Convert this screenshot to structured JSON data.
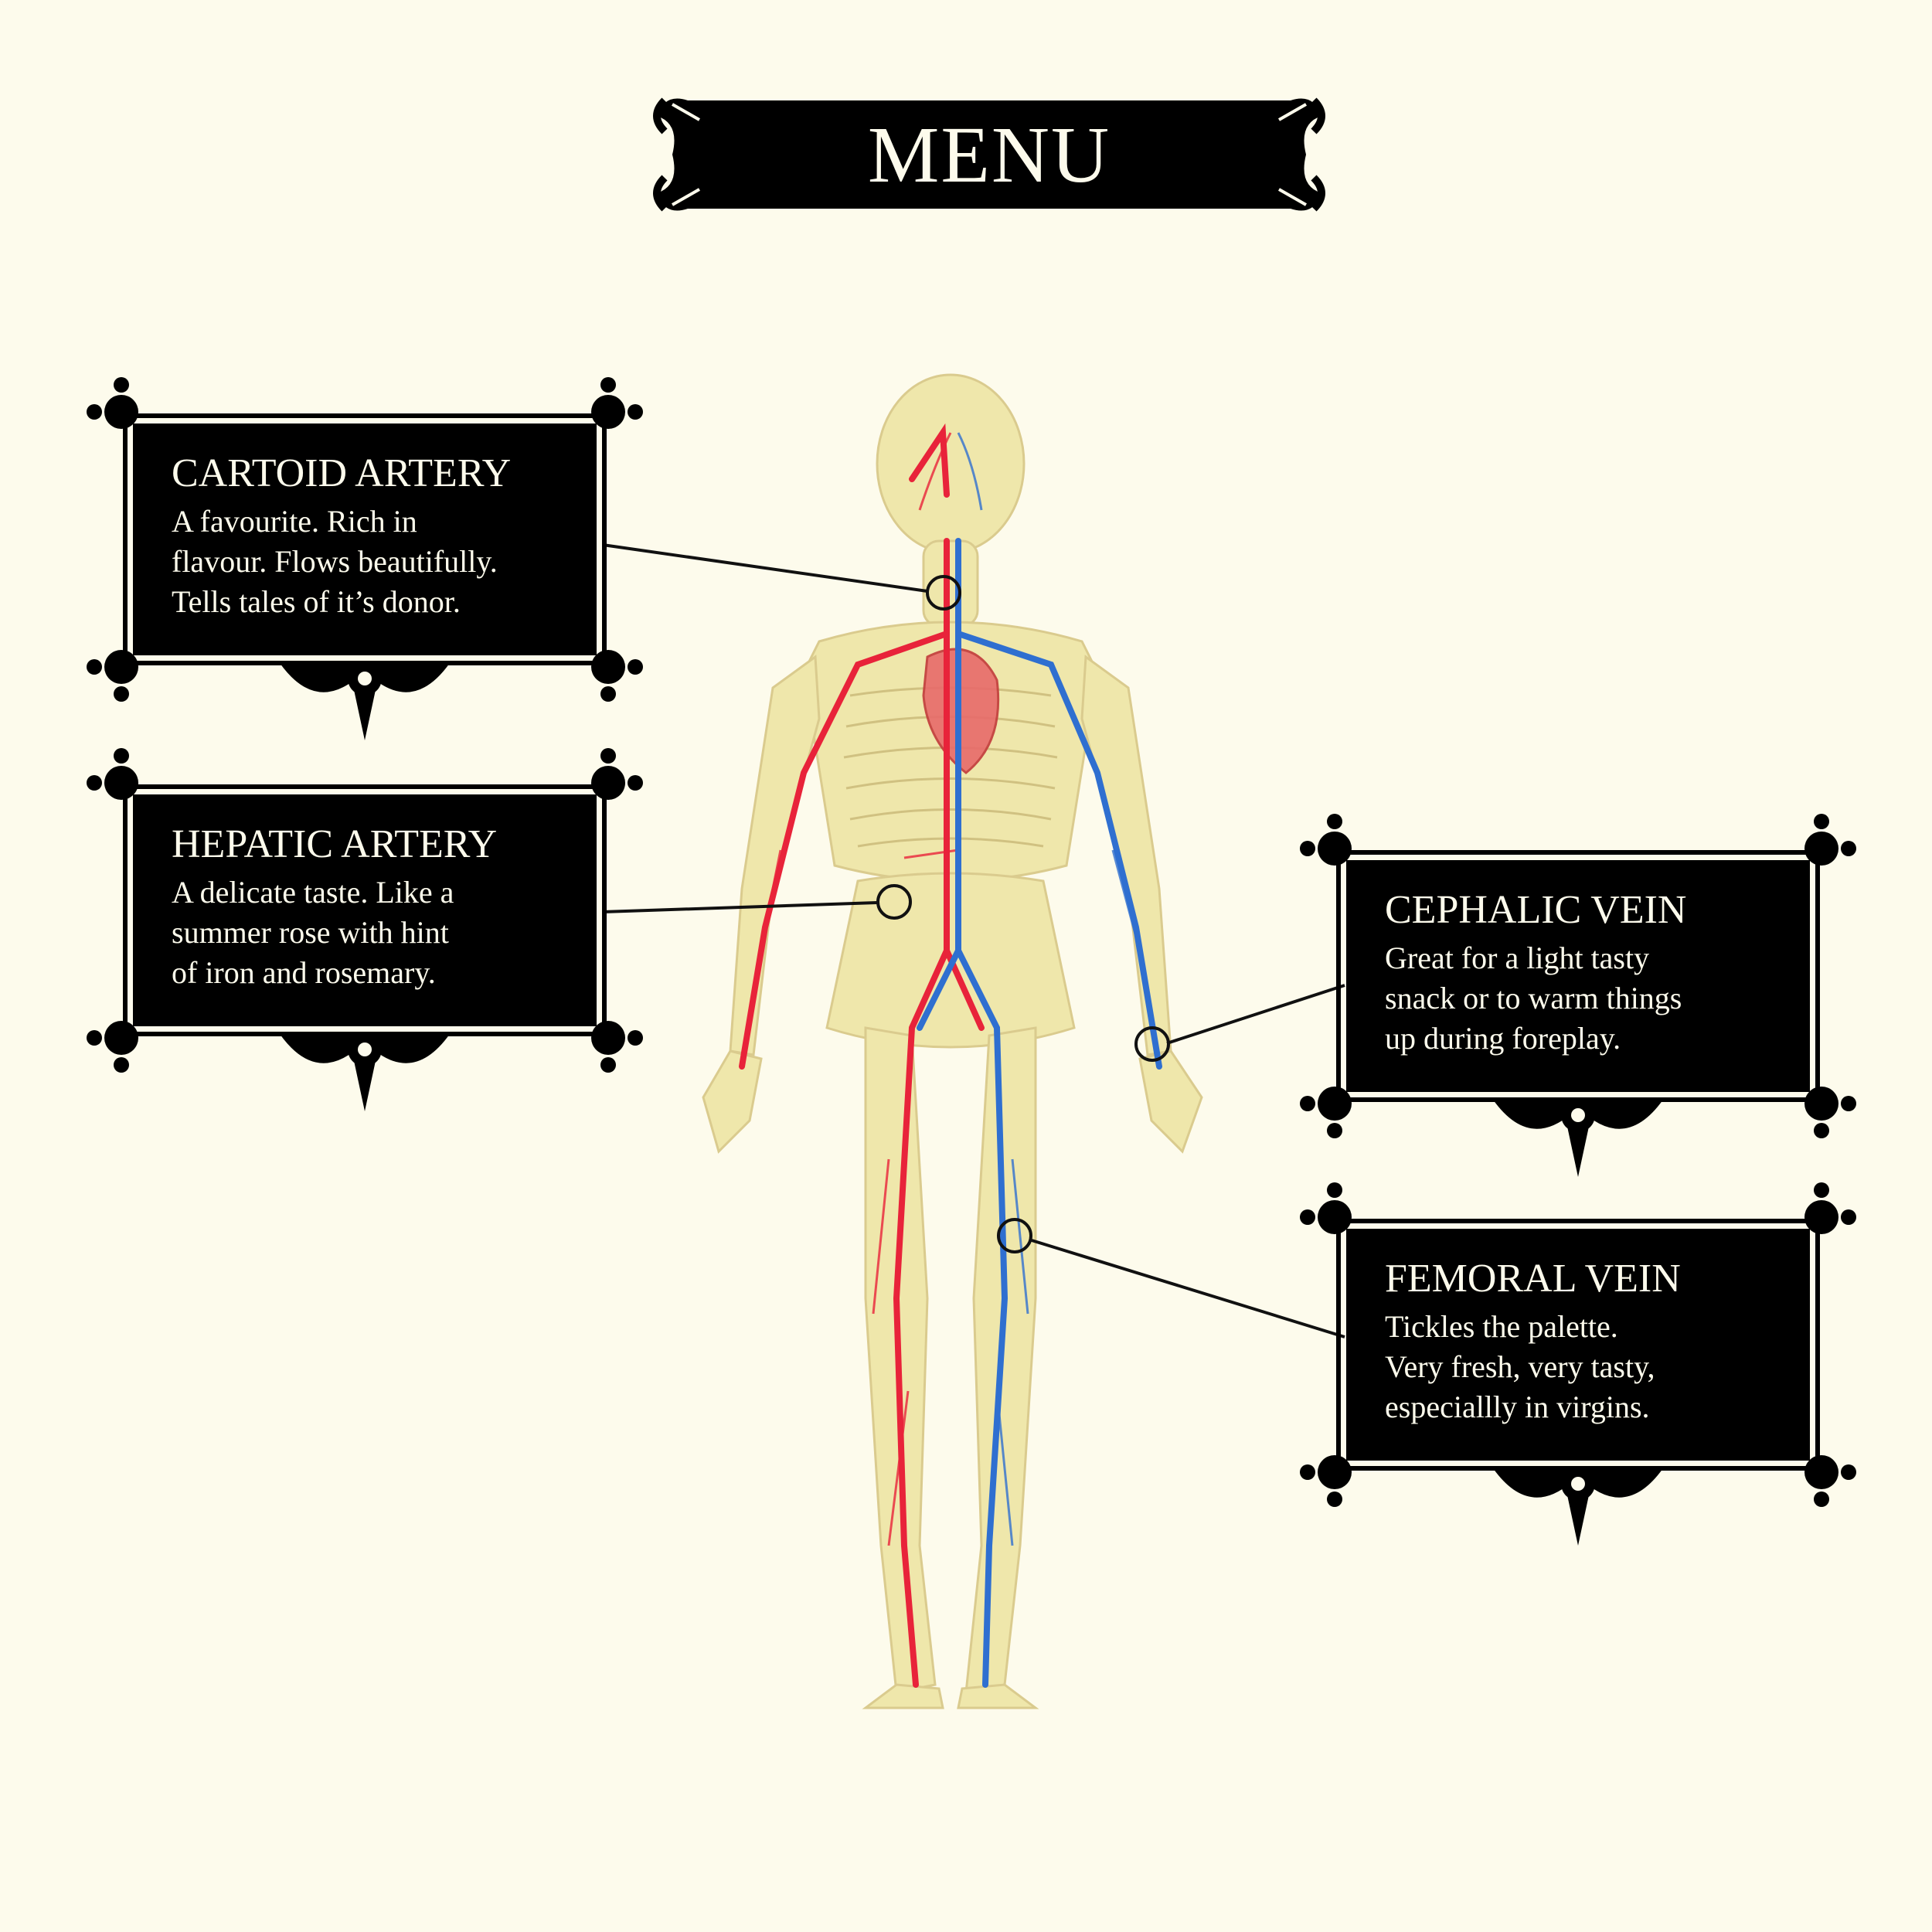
{
  "title": "MENU",
  "colors": {
    "background": "#fdfbec",
    "frame": "#000000",
    "frame_text": "#fdfbec",
    "artery": "#e8233a",
    "vein": "#2f6fd0",
    "bone": "#efe6a8",
    "callout_line": "#111111"
  },
  "items": [
    {
      "title": "CARTOID ARTERY",
      "description": "A favourite. Rich in\nflavour. Flows beautifully.\nTells tales of it’s donor."
    },
    {
      "title": "HEPATIC ARTERY",
      "description": "A delicate taste. Like a\nsummer rose with hint\nof iron and rosemary."
    },
    {
      "title": "CEPHALIC VEIN",
      "description": "Great for a light tasty\nsnack or to warm things\nup during foreplay."
    },
    {
      "title": "FEMORAL VEIN",
      "description": "Tickles the palette.\nVery fresh, very tasty,\nespeciallly in virgins."
    }
  ],
  "illustration": {
    "name": "human-circulatory-system",
    "icon": "anatomy-figure"
  }
}
